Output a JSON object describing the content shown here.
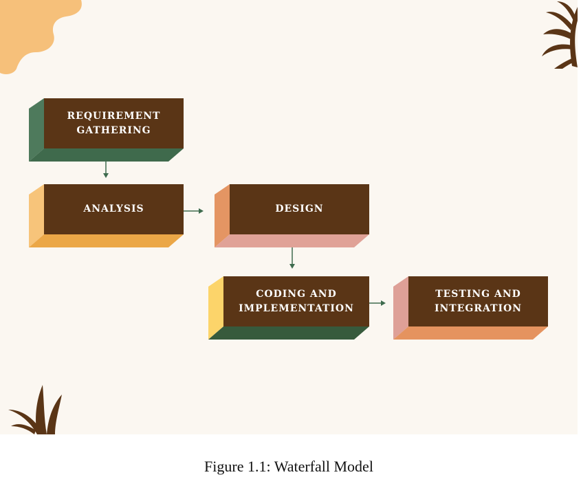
{
  "colors": {
    "canvas_bg": "#fbf7f1",
    "block_front": "#5a3516",
    "arrow": "#3e6b4e",
    "deco_orange": "#f6c07a",
    "deco_brown": "#5a3516"
  },
  "steps": [
    {
      "id": "requirement",
      "label": "REQUIREMENT\nGATHERING",
      "side_color": "#4e7a5c",
      "bottom_color": "#3f6a4c"
    },
    {
      "id": "analysis",
      "label": "ANALYSIS",
      "side_color": "#f7c47a",
      "bottom_color": "#eba747"
    },
    {
      "id": "design",
      "label": "DESIGN",
      "side_color": "#e49563",
      "bottom_color": "#e0a297"
    },
    {
      "id": "coding",
      "label": "CODING AND\nIMPLEMENTATION",
      "side_color": "#fcd46a",
      "bottom_color": "#375a3c"
    },
    {
      "id": "testing",
      "label": "TESTING AND\nINTEGRATION",
      "side_color": "#dea097",
      "bottom_color": "#e5935f"
    }
  ],
  "caption": "Figure 1.1: Waterfall Model"
}
